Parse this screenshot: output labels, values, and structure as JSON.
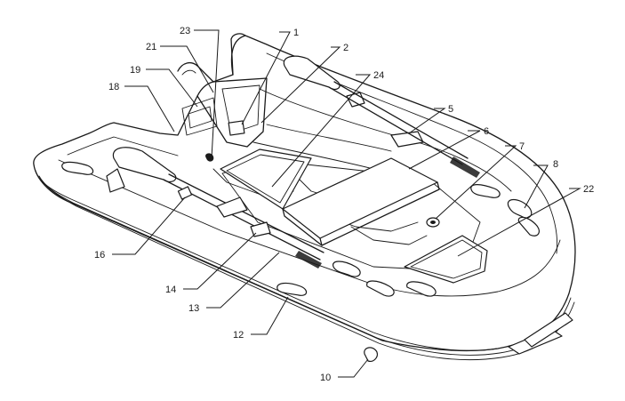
{
  "labels": [
    {
      "id": "1",
      "text": "1"
    },
    {
      "id": "2",
      "text": "2"
    },
    {
      "id": "5",
      "text": "5"
    },
    {
      "id": "6",
      "text": "6"
    },
    {
      "id": "7",
      "text": "7"
    },
    {
      "id": "8",
      "text": "8"
    },
    {
      "id": "10",
      "text": "10"
    },
    {
      "id": "12",
      "text": "12"
    },
    {
      "id": "13",
      "text": "13"
    },
    {
      "id": "14",
      "text": "14"
    },
    {
      "id": "16",
      "text": "16"
    },
    {
      "id": "18",
      "text": "18"
    },
    {
      "id": "19",
      "text": "19"
    },
    {
      "id": "21",
      "text": "21"
    },
    {
      "id": "22",
      "text": "22"
    },
    {
      "id": "23",
      "text": "23"
    },
    {
      "id": "24",
      "text": "24"
    }
  ]
}
